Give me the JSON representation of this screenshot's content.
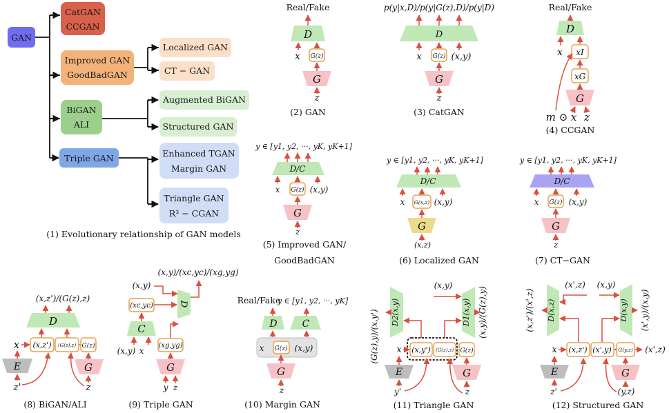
{
  "tree": {
    "root": "GAN",
    "branches": [
      {
        "lines": [
          "CatGAN",
          "CCGAN"
        ],
        "color": "#d9604a"
      },
      {
        "lines": [
          "Improved GAN",
          "GoodBadGAN"
        ],
        "color": "#f2b27a",
        "children": [
          [
            "Localized GAN"
          ],
          [
            "CT − GAN"
          ]
        ]
      },
      {
        "lines": [
          "BiGAN",
          "ALI"
        ],
        "color": "#9ccf8c",
        "children": [
          [
            "Augmented BiGAN"
          ],
          [
            "Structured GAN"
          ]
        ]
      },
      {
        "lines": [
          "Triple GAN"
        ],
        "color": "#7fa6e6",
        "children": [
          [
            "Enhanced TGAN",
            "Margin GAN"
          ],
          [
            "Triangle GAN",
            "R³ − CGAN"
          ]
        ]
      }
    ],
    "caption": "(1) Evolutionary relationship of GAN models"
  },
  "panels": {
    "gan": {
      "caption": "(2) GAN",
      "top": "Real/Fake",
      "D": "D",
      "x": "x",
      "Gz": "G(z)",
      "G": "G",
      "z": "z"
    },
    "catgan": {
      "caption": "(3) CatGAN",
      "top": "p(y|x,D)/p(y|G(z),D)/p(y|D)",
      "D": "D",
      "x": "x",
      "Gz": "G(z)",
      "xy": "(x,y)",
      "G": "G",
      "z": "z"
    },
    "ccgan": {
      "caption": "(4) CCGAN",
      "top": "Real/Fake",
      "D": "D",
      "x": "x",
      "xI": "xI",
      "xG": "xG",
      "G": "G",
      "bottom": "m ⊙ x",
      "z": "z"
    },
    "improved": {
      "caption_1": "(5) Improved GAN/",
      "caption_2": "GoodBadGAN",
      "top": "y ∈ [y1, y2, ···, yK, yK+1]",
      "DC": "D/C",
      "x": "x",
      "Gz": "G(z)",
      "xy": "(x,y)",
      "G": "G",
      "z": "z"
    },
    "localized": {
      "caption": "(6) Localized GAN",
      "top": "y ∈ [y1, y2, ···, yK, yK+1]",
      "DC": "D/C",
      "x": "x",
      "Gxz": "G(x,z)",
      "xy": "(x,y)",
      "G": "G",
      "xz": "(x,z)"
    },
    "ctgan": {
      "caption": "(7) CT−GAN",
      "top": "y ∈ [y1, y2, ···, yK, yK+1]",
      "DC": "D/C",
      "x": "x",
      "Gz": "G(z)",
      "xy": "(x,y)",
      "G": "G",
      "z": "z"
    },
    "bigan": {
      "caption": "(8) BiGAN/ALI",
      "top": "(x,z')/(G(z),z)",
      "D": "D",
      "x": "x",
      "xz": "(x,z')",
      "Gzz": "(G(z),z)",
      "Gz": "G(z)",
      "E": "E",
      "G": "G",
      "zp": "z'",
      "z": "z"
    },
    "triple": {
      "caption": "(9) Triple GAN",
      "top": "(x,y)/(xc,yc)/(xg,yg)",
      "xy_in": "(x,y)",
      "xcyc": "(xc,yc)",
      "C": "C",
      "D": "D",
      "xy_left": "(x,y)",
      "x": "x",
      "xgyg": "(xg,yg)",
      "G": "G",
      "y": "y",
      "z": "z"
    },
    "margin": {
      "caption": "(10) Margin GAN",
      "top_left": "Real/Fake",
      "top_right": "y ∈ [y1, y2, ···, yK]",
      "D": "D",
      "C": "C",
      "x": "x",
      "Gz": "G(z)",
      "xy": "(x,y)",
      "G": "G",
      "z": "z"
    },
    "triangle": {
      "caption": "(11) Triangle GAN",
      "left_vert": "(G(z),y)/(x,y')",
      "right_vert": "(x,y)/(G(z),y)",
      "xy_top": "(x,y)",
      "D2": "D2(x,y)",
      "D1": "D1(x,y)",
      "x": "x",
      "xyp": "(x,y')",
      "Gzz": "(G(z),z)",
      "Gz": "G(z)",
      "E": "E",
      "G": "G",
      "yp": "y'",
      "z": "z"
    },
    "structured": {
      "caption": "(12) Structured GAN",
      "left_vert": "(x,z')/(x',z)",
      "right_vert": "(x',y)/(x,y)",
      "xpz_top": "(x',z)",
      "xy_top": "(x,y)",
      "Dxz": "D(x,z)",
      "Dxy": "D(x,y)",
      "x": "x",
      "xzp": "(x,z')",
      "xpy": "(x',y)",
      "Gyz": "G(y,z)",
      "xz_right": "(x',z)",
      "E": "E",
      "G": "G",
      "zp": "z'",
      "yz": "(y,z)"
    }
  },
  "colors": {
    "green": "#bfe8b6",
    "pink": "#f7c2c6",
    "gray": "#bdbdbd",
    "yellow": "#ecdc8a",
    "purple": "#a9a4f2",
    "orange": "#e8a04c",
    "arrow": "#d9503f"
  }
}
